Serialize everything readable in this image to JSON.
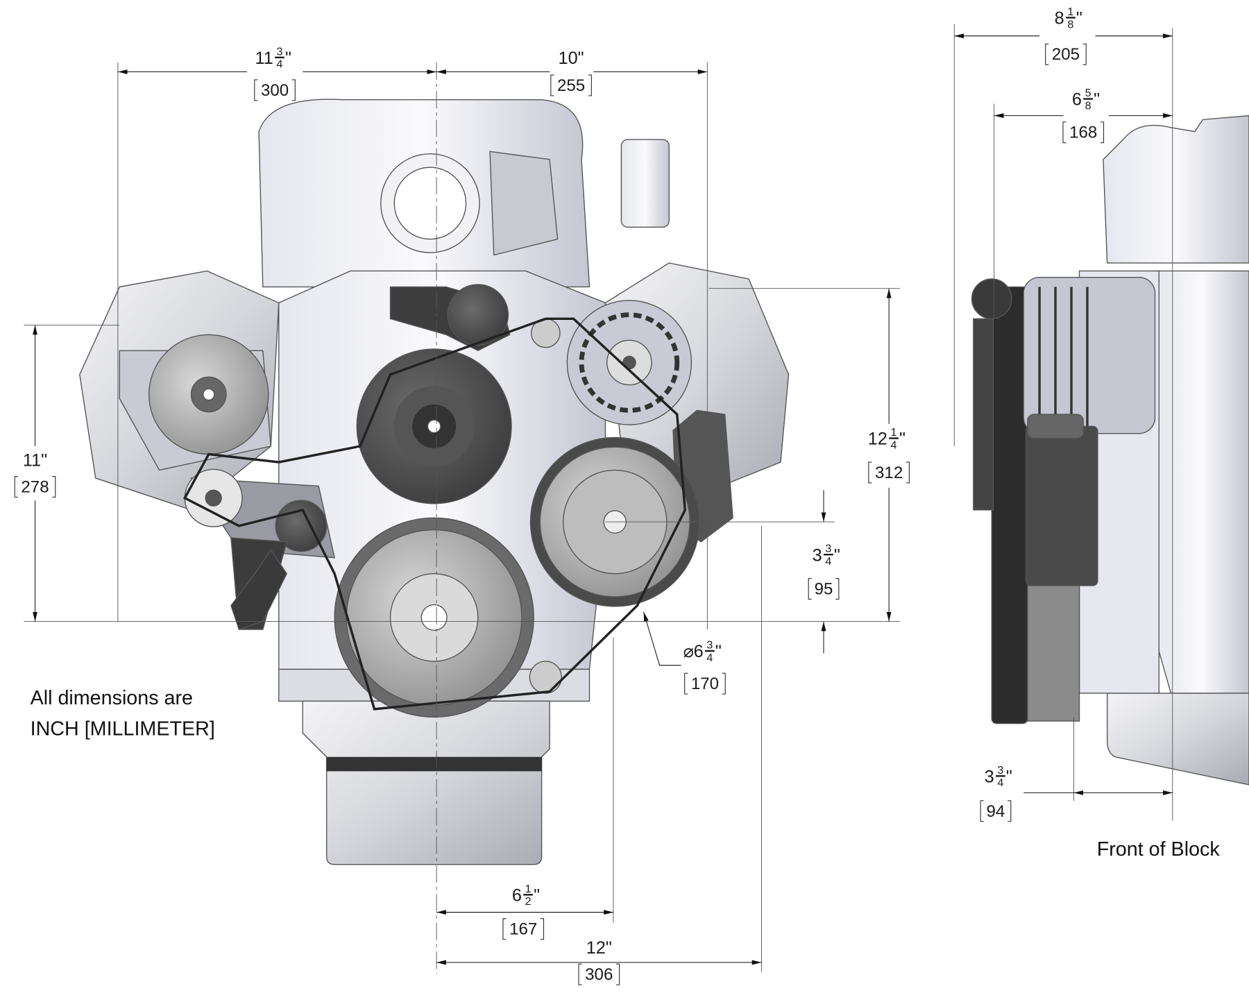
{
  "drawing": {
    "notes": {
      "line1": "All dimensions are",
      "line2": "INCH [MILLIMETER]",
      "side_view_label": "Front of Block"
    },
    "inch_mark": "\"",
    "diameter_symbol": "⌀",
    "dimensions": {
      "front_left_width": {
        "whole": "11",
        "num": "3",
        "den": "4",
        "mm": "300"
      },
      "front_right_width": {
        "whole": "10",
        "num": "",
        "den": "",
        "mm": "255"
      },
      "front_left_height": {
        "whole": "11",
        "num": "",
        "den": "",
        "mm": "278"
      },
      "front_right_height": {
        "whole": "12",
        "num": "1",
        "den": "4",
        "mm": "312"
      },
      "ps_pulley_offset": {
        "whole": "3",
        "num": "3",
        "den": "4",
        "mm": "95"
      },
      "ps_pulley_diameter": {
        "whole": "6",
        "num": "3",
        "den": "4",
        "mm": "170"
      },
      "bottom_short_width": {
        "whole": "6",
        "num": "1",
        "den": "2",
        "mm": "167"
      },
      "bottom_long_width": {
        "whole": "12",
        "num": "",
        "den": "",
        "mm": "306"
      },
      "side_overall_depth": {
        "whole": "8",
        "num": "1",
        "den": "8",
        "mm": "205"
      },
      "side_alternator_depth": {
        "whole": "6",
        "num": "5",
        "den": "8",
        "mm": "168"
      },
      "side_pulley_depth": {
        "whole": "3",
        "num": "3",
        "den": "4",
        "mm": "94"
      }
    }
  }
}
